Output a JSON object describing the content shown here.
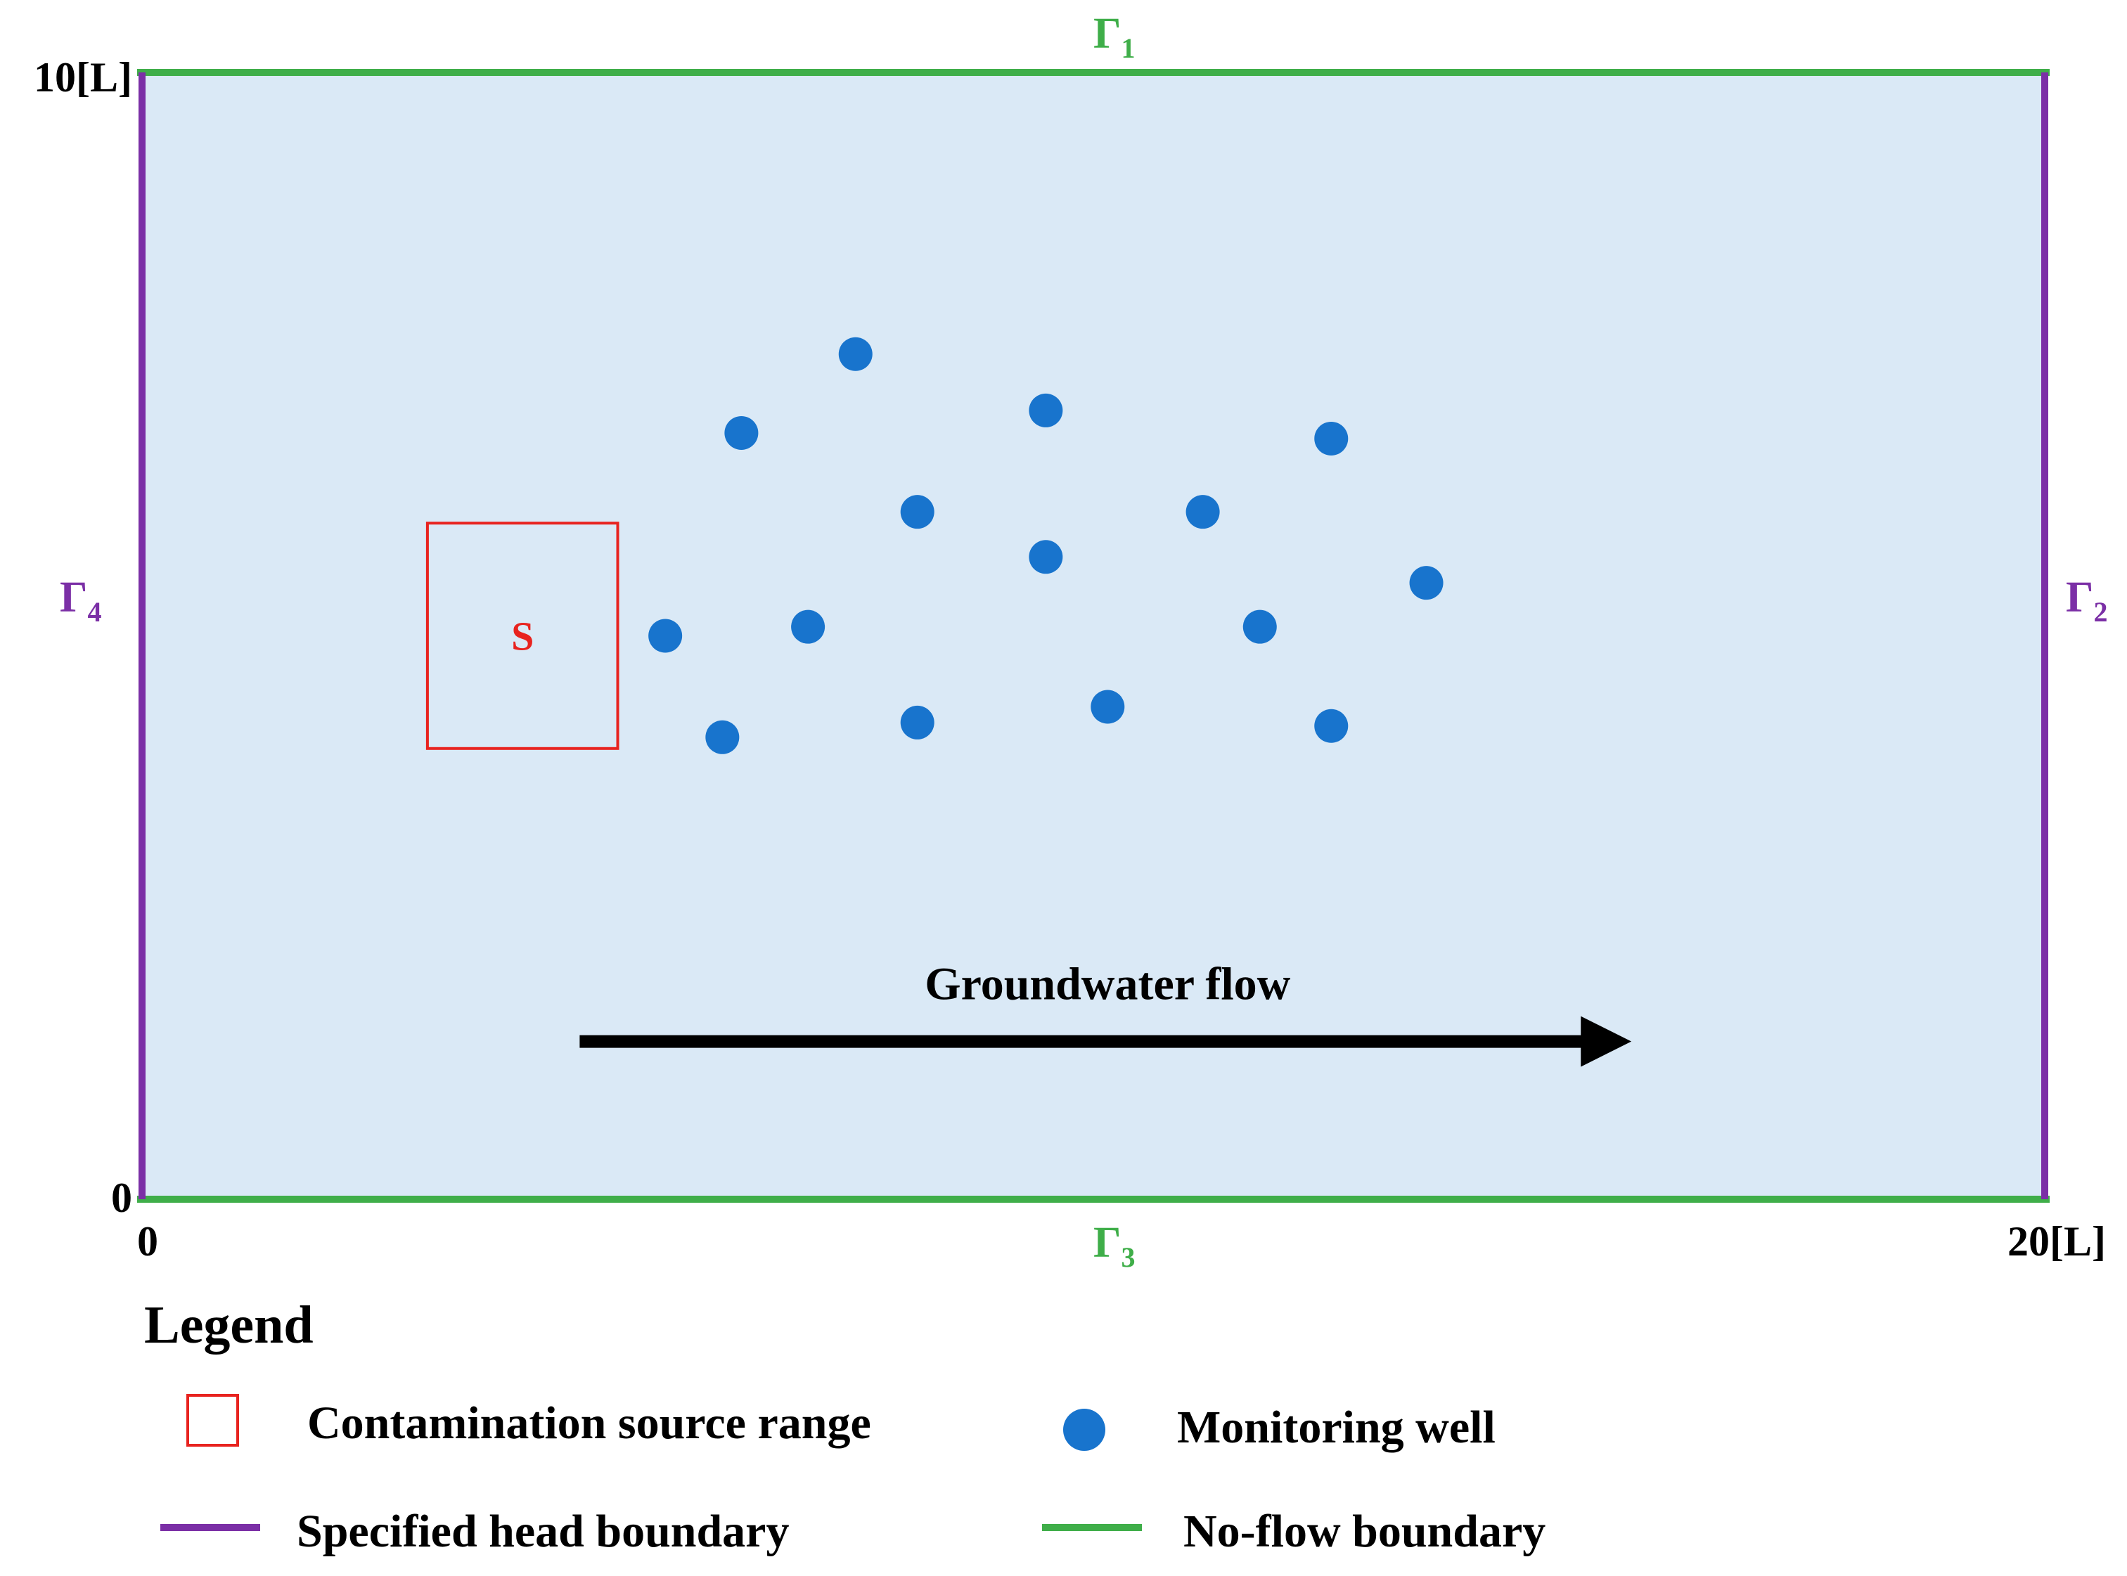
{
  "domain": {
    "x_range": [
      0,
      20
    ],
    "y_range": [
      0,
      10
    ],
    "x_min_label": "0",
    "x_max_label": "20[L]",
    "y_min_label": "0",
    "y_max_label": "10[L]",
    "fill_color": "#dae9f6"
  },
  "boundaries": {
    "top": {
      "label": "Γ",
      "subscript": "1",
      "type": "no_flow"
    },
    "right": {
      "label": "Γ",
      "subscript": "2",
      "type": "specified_head"
    },
    "bottom": {
      "label": "Γ",
      "subscript": "3",
      "type": "no_flow"
    },
    "left": {
      "label": "Γ",
      "subscript": "4",
      "type": "specified_head"
    }
  },
  "colors": {
    "no_flow": "#3fae49",
    "specified_head": "#7b2fa6",
    "source": "#e8231f",
    "well": "#1874cd",
    "arrow": "#000000",
    "text": "#000000"
  },
  "source": {
    "label": "S",
    "x_range": [
      3,
      5
    ],
    "y_range": [
      4,
      6
    ]
  },
  "wells": [
    {
      "x": 7.5,
      "y": 7.5
    },
    {
      "x": 6.3,
      "y": 6.8
    },
    {
      "x": 9.5,
      "y": 7.0
    },
    {
      "x": 12.5,
      "y": 6.75
    },
    {
      "x": 8.15,
      "y": 6.1
    },
    {
      "x": 11.15,
      "y": 6.1
    },
    {
      "x": 9.5,
      "y": 5.7
    },
    {
      "x": 13.5,
      "y": 5.47
    },
    {
      "x": 5.5,
      "y": 5.0
    },
    {
      "x": 7.0,
      "y": 5.08
    },
    {
      "x": 11.75,
      "y": 5.08
    },
    {
      "x": 6.1,
      "y": 4.1
    },
    {
      "x": 8.15,
      "y": 4.23
    },
    {
      "x": 10.15,
      "y": 4.37
    },
    {
      "x": 12.5,
      "y": 4.2
    }
  ],
  "flow": {
    "label": "Groundwater flow",
    "x_from": 4.6,
    "x_to": 15.7,
    "y": 1.4
  },
  "legend": {
    "title": "Legend",
    "items": [
      {
        "symbol": "square",
        "label": "Contamination source range"
      },
      {
        "symbol": "circle",
        "label": "Monitoring well"
      },
      {
        "symbol": "line-specified",
        "label": "Specified head boundary"
      },
      {
        "symbol": "line-noflow",
        "label": "No-flow boundary"
      }
    ]
  }
}
